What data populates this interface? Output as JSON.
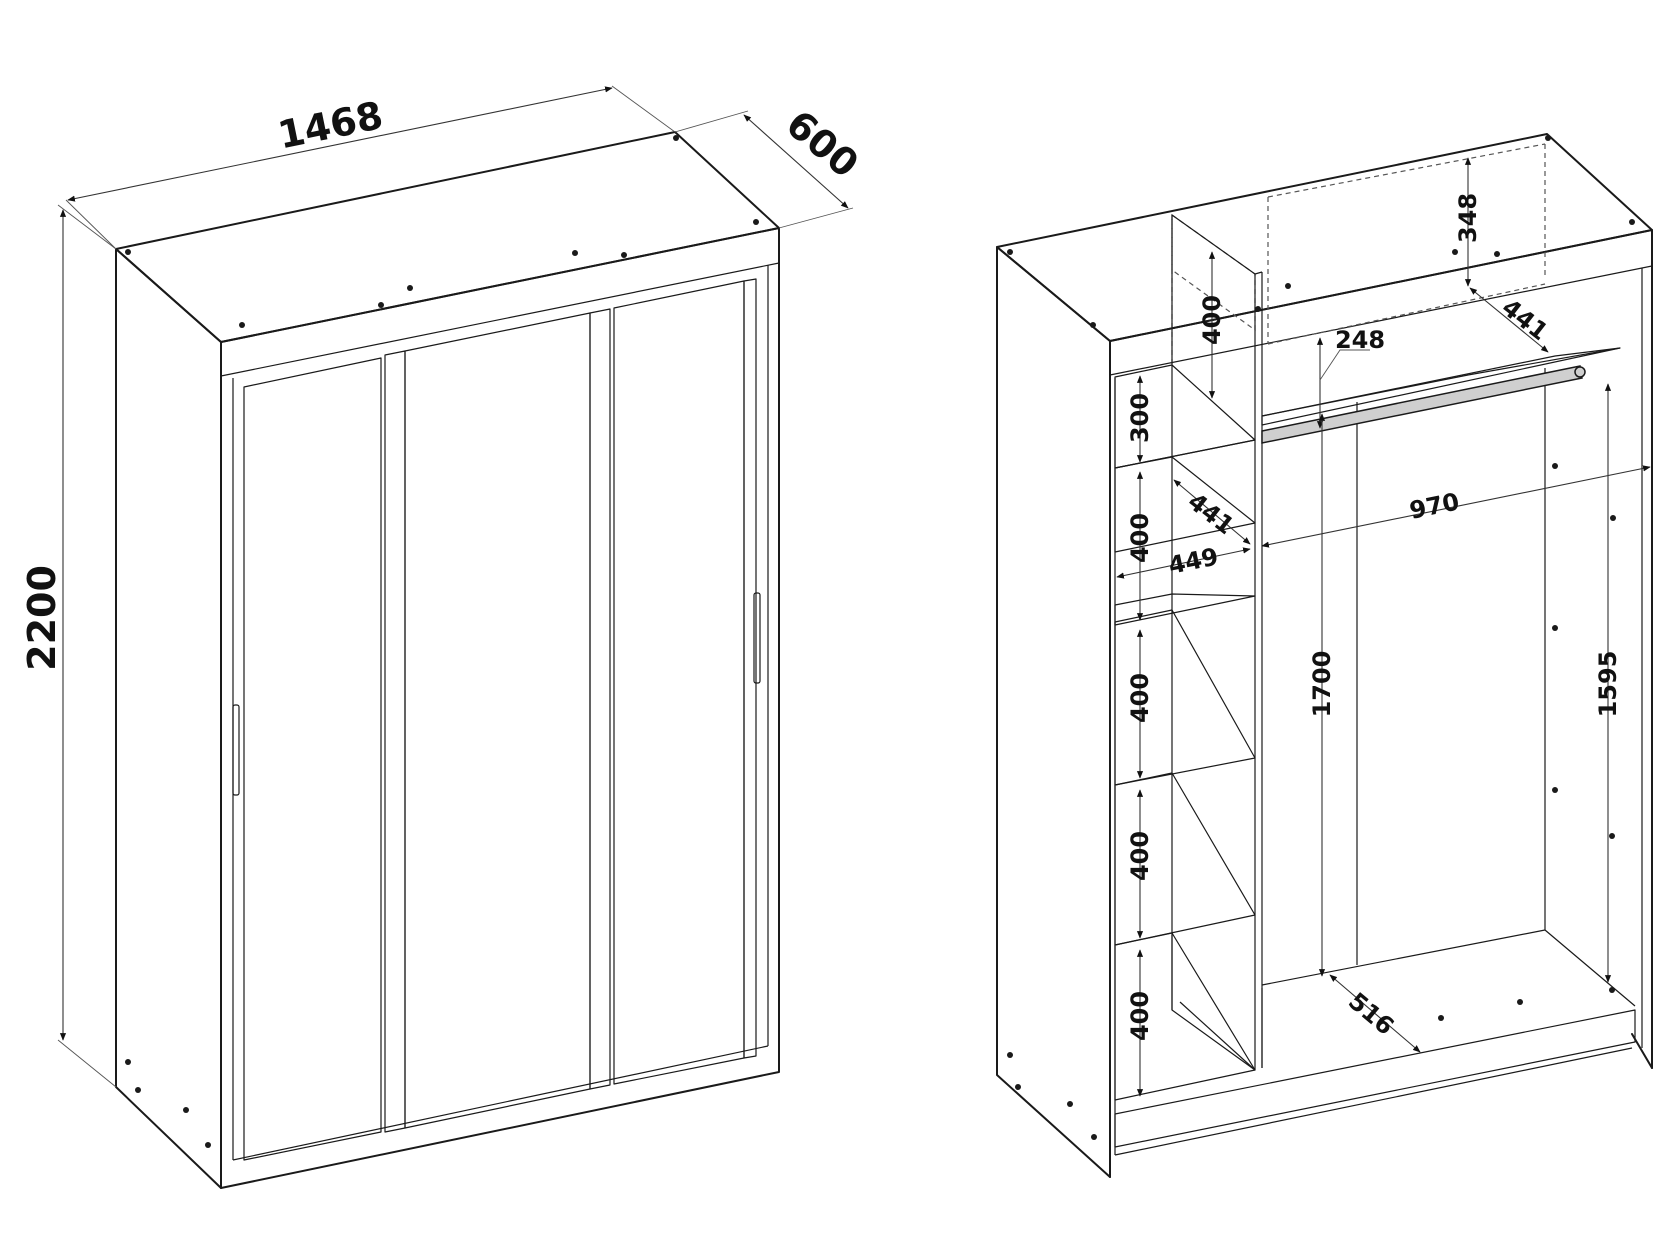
{
  "dimensions": {
    "front": {
      "width": "1468",
      "depth": "600",
      "height": "2200"
    },
    "interior": {
      "top_height": "348",
      "top_depth": "441",
      "upper_compartment": "400",
      "rail_height": "248",
      "shelf_1": "300",
      "shelf_depth": "441",
      "shelf_width": "449",
      "shelf_2": "400",
      "shelf_3": "400",
      "shelf_4": "400",
      "shelf_5": "400",
      "hanging_width": "970",
      "hanging_height": "1700",
      "rail_to_floor": "1595",
      "bottom_depth": "516"
    }
  }
}
